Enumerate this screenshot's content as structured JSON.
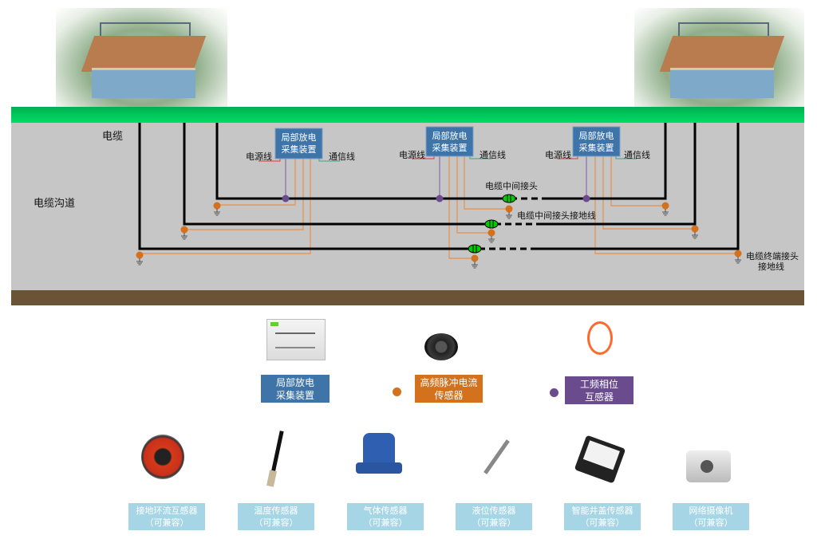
{
  "diagram": {
    "cable_label": "电缆",
    "trench_label": "电缆沟道",
    "collectors": [
      {
        "line1": "局部放电",
        "line2": "采集装置",
        "power_label": "电源线",
        "comm_label": "通信线"
      },
      {
        "line1": "局部放电",
        "line2": "采集装置",
        "power_label": "电源线",
        "comm_label": "通信线"
      },
      {
        "line1": "局部放电",
        "line2": "采集装置",
        "power_label": "电源线",
        "comm_label": "通信线"
      }
    ],
    "middle_joint_label": "电缆中间接头",
    "middle_joint_ground_label": "电缆中间接头接地线",
    "terminal_ground_label_1": "电缆终端接头",
    "terminal_ground_label_2": "接地线"
  },
  "legend": {
    "collector": {
      "line1": "局部放电",
      "line2": "采集装置",
      "color": "#3f74a8"
    },
    "hfct": {
      "line1": "高频脉冲电流",
      "line2": "传感器",
      "color": "#d4711c"
    },
    "phase_ct": {
      "line1": "工频相位",
      "line2": "互感器",
      "color": "#6a4c8e"
    }
  },
  "sensors": [
    {
      "line1": "接地环流互感器",
      "line2": "（可兼容）"
    },
    {
      "line1": "温度传感器",
      "line2": "（可兼容）"
    },
    {
      "line1": "气体传感器",
      "line2": "（可兼容）"
    },
    {
      "line1": "液位传感器",
      "line2": "（可兼容）"
    },
    {
      "line1": "智能井盖传感器",
      "line2": "（可兼容）"
    },
    {
      "line1": "网络摄像机",
      "line2": "（可兼容）"
    }
  ],
  "colors": {
    "ground_strip": "#00c853",
    "trench": "#c6c6c6",
    "soil": "#6b5335",
    "cable": "#000000",
    "joint": "#00cc00",
    "sensor_label_bg": "#a6d6e6"
  }
}
